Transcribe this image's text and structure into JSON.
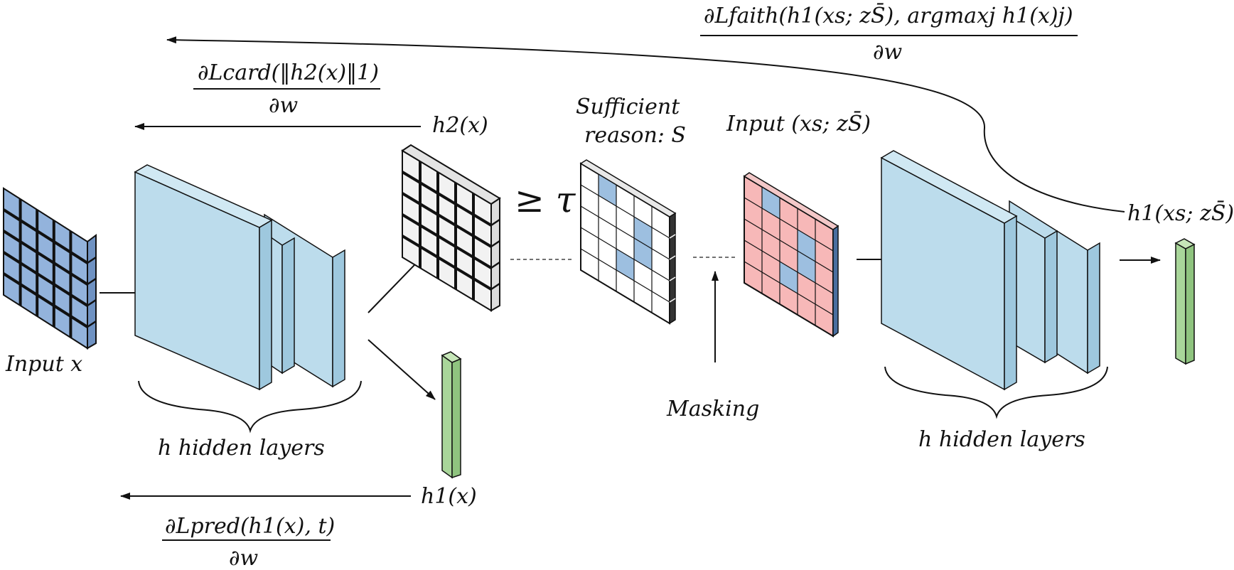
{
  "labels": {
    "input_x": "Input x",
    "hidden_left": "h hidden layers",
    "hidden_right": "h hidden layers",
    "h2x": "h2(x)",
    "h1x": "h1(x)",
    "geq_tau": "≥ τ",
    "sufficient_line1": "Sufficient",
    "sufficient_line2": "reason: S",
    "input_masked": "Input (xs; zS̄)",
    "masking": "Masking",
    "h1_masked": "h1(xs; zS̄)"
  },
  "losses": {
    "card_num": "∂Lcard(‖h2(x)‖1)",
    "card_den": "∂w",
    "pred_num": "∂Lpred(h1(x), t)",
    "pred_den": "∂w",
    "faith_num": "∂Lfaith(h1(xs; zS̄), argmaxj h1(x)j)",
    "faith_den": "∂w"
  },
  "colors": {
    "input_blue": "#93b3dc",
    "layer_blue": "#bcdcec",
    "grid_gray": "#f2f2f2",
    "highlight_blue": "#9dbfe0",
    "mask_red": "#f7b8b8",
    "output_green": "#a9d69a"
  }
}
